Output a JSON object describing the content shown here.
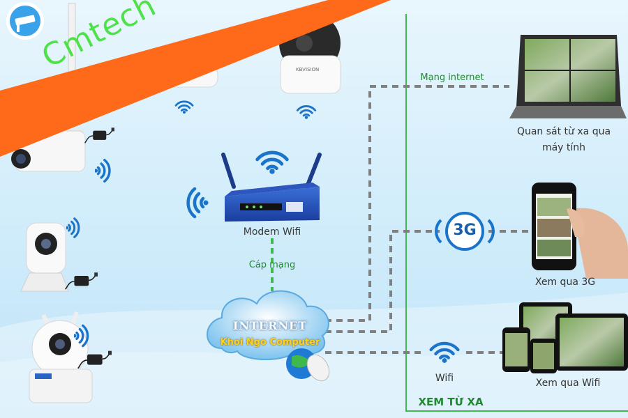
{
  "brand": {
    "name": "Cmtech",
    "icon": "cctv-camera-icon",
    "color": "#ff6a1a",
    "text_color": "#4fe14a"
  },
  "router": {
    "label": "Modem Wifi"
  },
  "cable": {
    "label": "Cáp mạng"
  },
  "cloud": {
    "title": "INTERNET",
    "subtitle": "Khoi Ngo Computer"
  },
  "links": {
    "internet_label": "Mạng internet",
    "cellular_badge": "3G",
    "wifi_label": "Wifi"
  },
  "remote_zone": {
    "title": "XEM TỪ XA",
    "border_color": "#3fb94e"
  },
  "devices": {
    "laptop": {
      "line1": "Quan sát từ xa qua",
      "line2": "máy tính"
    },
    "phone": {
      "label": "Xem qua 3G"
    },
    "tablets": {
      "label": "Xem qua Wifi"
    }
  },
  "colors": {
    "line": "#808080",
    "wifi": "#1a74c9",
    "accent_green": "#1e8a2e"
  }
}
